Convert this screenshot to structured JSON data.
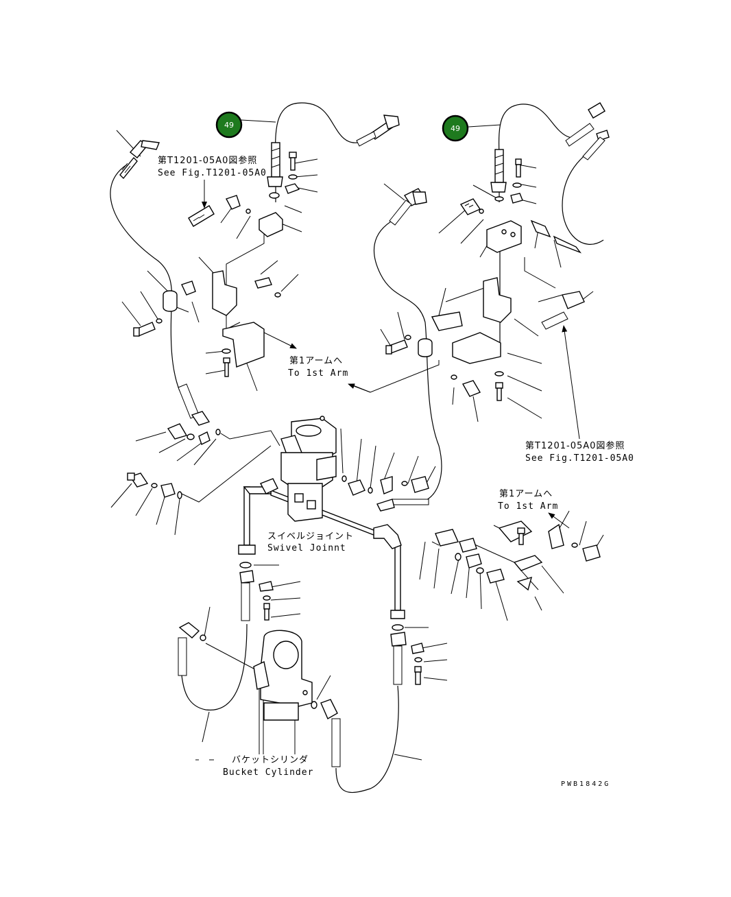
{
  "callouts": [
    {
      "number": "49",
      "color": "#1e7a1e"
    },
    {
      "number": "49",
      "color": "#1e7a1e"
    }
  ],
  "labels": {
    "see_fig_left_jp": "第T1201-05A0図参照",
    "see_fig_left_en": "See Fig.T1201-05A0",
    "see_fig_right_jp": "第T1201-05A0図参照",
    "see_fig_right_en": "See Fig.T1201-05A0",
    "to_1st_arm_a_jp": "第1アームへ",
    "to_1st_arm_a_en": "To 1st Arm",
    "to_1st_arm_b_jp": "第1アームへ",
    "to_1st_arm_b_en": "To 1st Arm",
    "swivel_jp": "スイベルジョイント",
    "swivel_en": "Swivel Joinnt",
    "bucket_jp": "バケットシリンダ",
    "bucket_en": "Bucket Cylinder",
    "drawing_code": "PWB1842G"
  }
}
